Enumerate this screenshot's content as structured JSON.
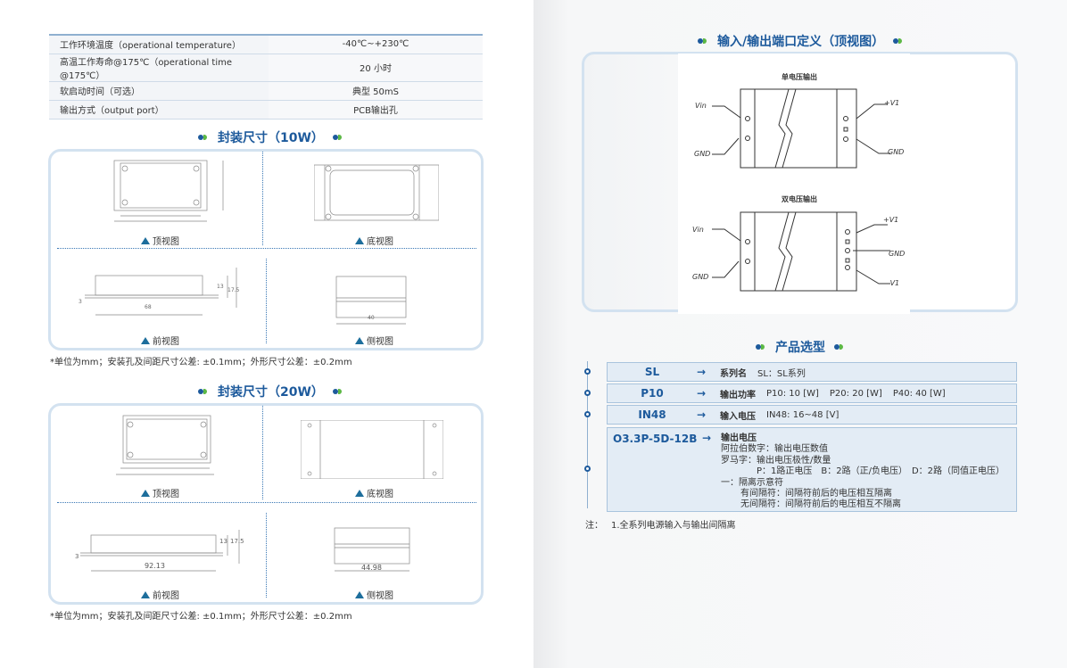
{
  "spec_table": [
    {
      "param": "工作环境温度（operational temperature）",
      "value": "-40℃~+230℃"
    },
    {
      "param": "高温工作寿命@175℃（operational time @175℃）",
      "value": "20 小时"
    },
    {
      "param": "软启动时间（可选）",
      "value": "典型 50mS"
    },
    {
      "param": "输出方式（output port）",
      "value": "PCB输出孔"
    }
  ],
  "pkg10": {
    "title": "封装尺寸（10W）",
    "top": "顶视图",
    "bottom": "底视图",
    "front": "前视图",
    "side": "侧视图",
    "dims": {
      "len": "68",
      "h1": "13",
      "h2": "17.5",
      "t": "3",
      "w": "40"
    },
    "note": "*单位为mm；安装孔及间距尺寸公差: ±0.1mm；外形尺寸公差：±0.2mm"
  },
  "pkg20": {
    "title": "封装尺寸（20W）",
    "top": "顶视图",
    "bottom": "底视图",
    "front": "前视图",
    "side": "侧视图",
    "dims": {
      "len": "92.13",
      "h1": "13",
      "h2": "17.5",
      "t": "3",
      "w": "44.98"
    },
    "note": "*单位为mm；安装孔及间距尺寸公差: ±0.1mm；外形尺寸公差：±0.2mm"
  },
  "ports": {
    "title": "输入/输出端口定义（顶视图）",
    "single": {
      "title": "单电压输出",
      "vin": "Vin",
      "gnd_in": "GND",
      "v1": "+V1",
      "gnd_out": "GND"
    },
    "dual": {
      "title": "双电压输出",
      "vin": "Vin",
      "gnd_in": "GND",
      "v1": "+V1",
      "gnd_out": "GND",
      "vneg": "-V1"
    }
  },
  "selection": {
    "title": "产品选型",
    "arrow": "→",
    "rows": [
      {
        "code": "SL",
        "key": "系列名",
        "desc": [
          "SL：SL系列"
        ]
      },
      {
        "code": "P10",
        "key": "输出功率",
        "desc": [
          "P10: 10 [W]",
          "P20: 20 [W]",
          "P40: 40 [W]"
        ]
      },
      {
        "code": "IN48",
        "key": "输入电压",
        "desc": [
          "IN48: 16~48 [V]"
        ]
      }
    ],
    "output": {
      "code": "O3.3P-5D-12B",
      "lines": [
        "输出电压",
        "阿拉伯数字：输出电压数值",
        "罗马字：输出电压极性/数量",
        "P：1路正电压　B：2路（正/负电压）　D：2路（同值正电压）",
        "一：隔离示意符",
        "有间隔符：间隔符前后的电压相互隔离",
        "无间隔符：间隔符前后的电压相互不隔离"
      ]
    },
    "note_label": "注：",
    "note": "1.全系列电源输入与输出间隔离"
  },
  "colors": {
    "accent": "#1d5a9c",
    "green": "#5cb845",
    "border": "#d3e2f0"
  }
}
